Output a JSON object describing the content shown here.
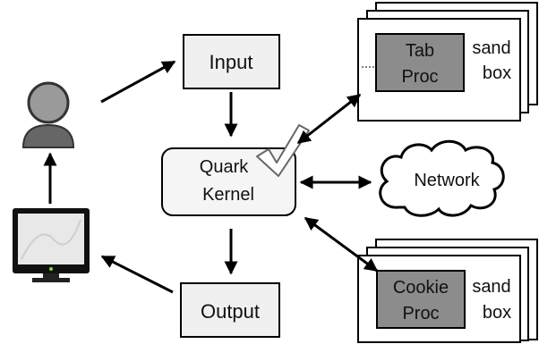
{
  "nodes": {
    "input": "Input",
    "kernel_line1": "Quark",
    "kernel_line2": "Kernel",
    "output": "Output",
    "network": "Network",
    "tab_line1": "Tab",
    "tab_line2": "Proc",
    "cookie_line1": "Cookie",
    "cookie_line2": "Proc",
    "sandbox_line1": "sand",
    "sandbox_line2": "box"
  },
  "icons": [
    "user-icon",
    "monitor-icon",
    "checkmark-icon",
    "cloud-icon"
  ],
  "colors": {
    "box_fill": "#f0f0f0",
    "kernel_fill": "#f5f5f5",
    "proc_fill": "#8c8c8c",
    "stroke": "#000000"
  }
}
